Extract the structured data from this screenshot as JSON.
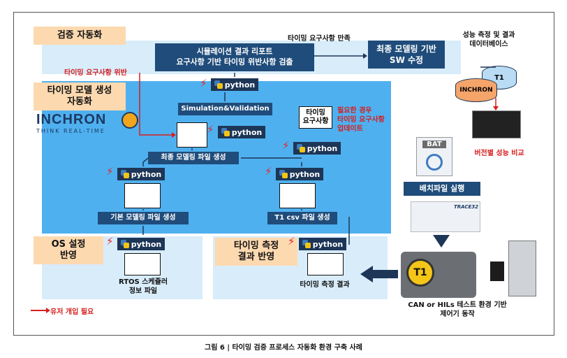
{
  "title_tags": {
    "verify": "검증 자동화",
    "modeling": "타이밍 모델 생성\n자동화",
    "os": "OS 설정\n반영",
    "measure": "타이밍 측정\n결과 반영"
  },
  "inchron": {
    "name": "INCHRON",
    "tagline": "THINK REAL-TIME"
  },
  "boxes": {
    "sim_report": "시뮬레이션 결과 리포트\n요구사항 기반 타이밍 위반사항 검출",
    "final_sw": "최종 모델링 기반\nSW 수정",
    "sim_validation": "Simulation&Validation",
    "final_model": "최종 모델링 파일 생성",
    "basic_model": "기본 모델링 파일 생성",
    "t1_csv": "T1 csv 파일 생성",
    "batch": "배치파일 실행"
  },
  "labels": {
    "timing_ok": "타이밍 요구사항 만족",
    "timing_violation": "타이밍 요구사항 위반",
    "update_req": "필요한 경우\n타이밍 요구사항\n업데이트",
    "timing_req_doc": "타이밍\n요구사항",
    "rtos_info": "RTOS 스케쥴러\n정보 파일",
    "measure_result": "타이밍 측정 결과",
    "perf_db": "성능 측정 및 결과\n데이터베이스",
    "version_compare": "버전별 성능 비교",
    "can_hil": "CAN or HILs 테스트 환경 기반\n제어기 동작",
    "user_intervention": "유저 개입 필요",
    "bat": "BAT",
    "trace32": "TRACE32",
    "db_t1": "T1",
    "db_inchron": "INCHRON",
    "t1_device": "T1"
  },
  "python_label": "python",
  "caption": "그림 6 | 타이밍 검증 프로세스 자동화 환경 구축 사례",
  "colors": {
    "band_light": "#d8ecfa",
    "band_blue": "#4fb0ef",
    "box_dark": "#1f4c7a",
    "tag_orange": "#fdd9b0",
    "red": "#d81e1e"
  }
}
